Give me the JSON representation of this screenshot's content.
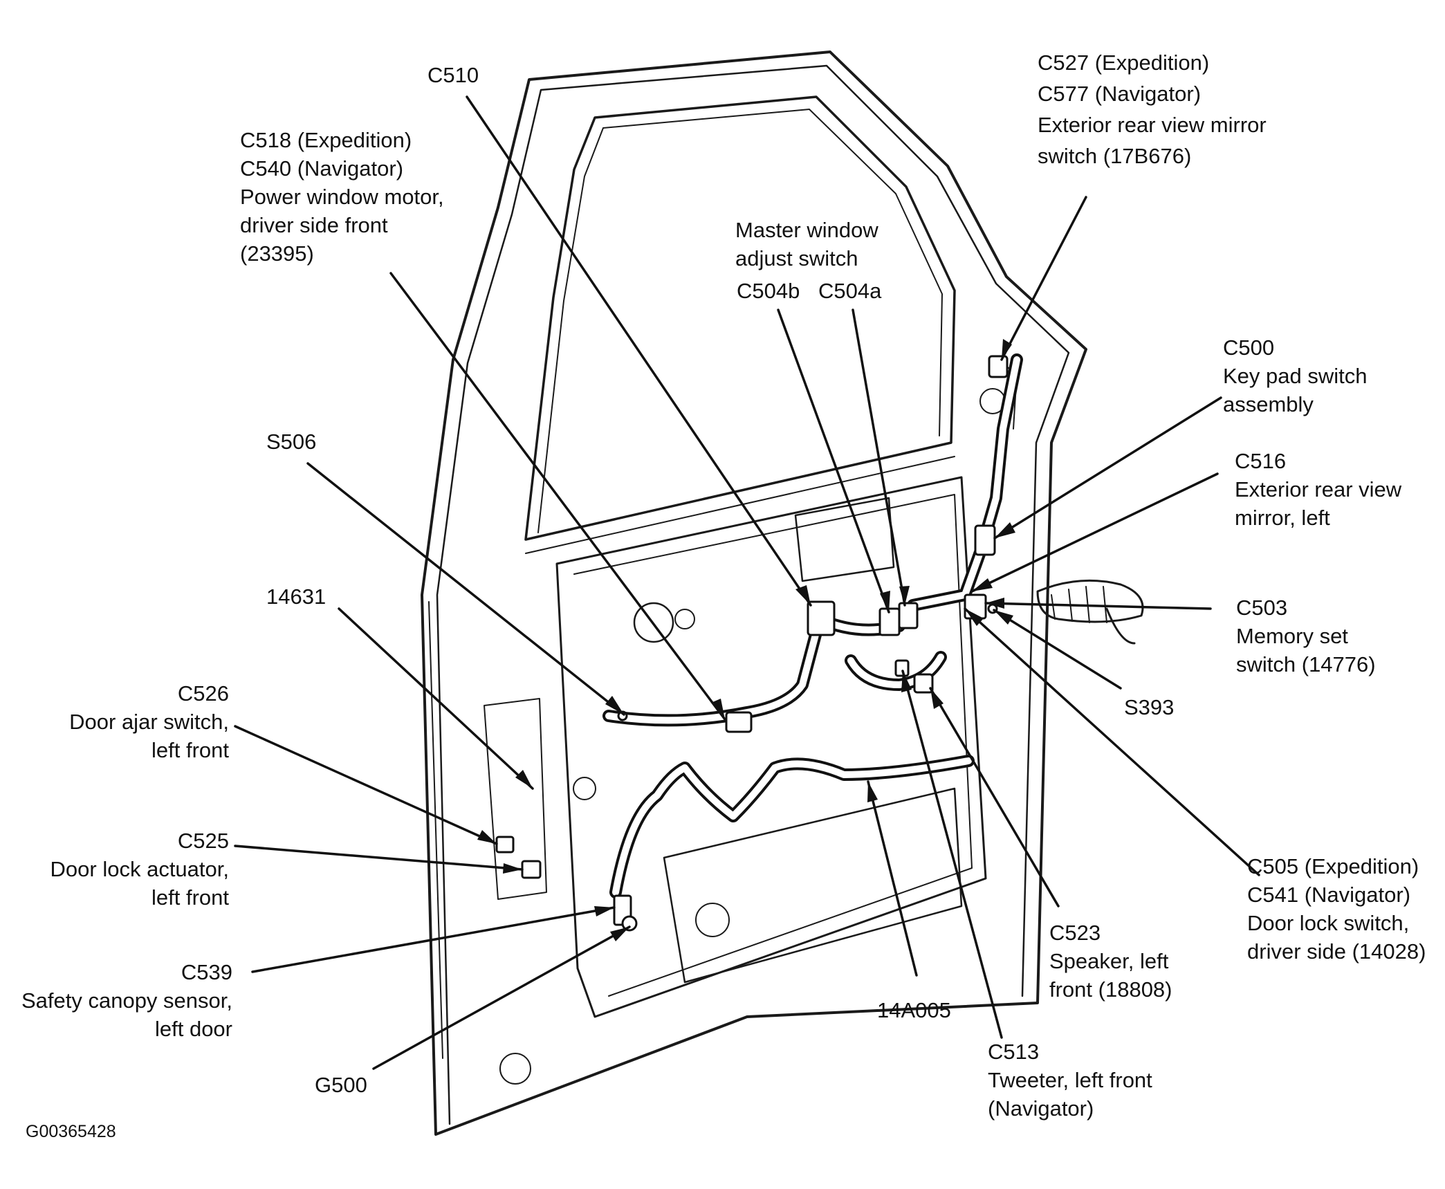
{
  "figure_id": "G00365428",
  "labels": {
    "c510": [
      "C510"
    ],
    "c518": [
      "C518 (Expedition)",
      "C540 (Navigator)",
      "Power window motor,",
      "driver side front",
      "(23395)"
    ],
    "c527": [
      "C527 (Expedition)",
      "C577 (Navigator)",
      "Exterior rear view mirror",
      "switch (17B676)"
    ],
    "master": [
      "Master window",
      "adjust switch"
    ],
    "c504b": [
      "C504b"
    ],
    "c504a": [
      "C504a"
    ],
    "c500": [
      "C500",
      "Key pad switch",
      "assembly"
    ],
    "c516": [
      "C516",
      "Exterior rear view",
      "mirror, left"
    ],
    "s506": [
      "S506"
    ],
    "n14631": [
      "14631"
    ],
    "c503": [
      "C503",
      "Memory set",
      "switch (14776)"
    ],
    "s393": [
      "S393"
    ],
    "c526": [
      "C526",
      "Door ajar switch,",
      "left front"
    ],
    "c525": [
      "C525",
      "Door lock actuator,",
      "left front"
    ],
    "c539": [
      "C539",
      "Safety canopy sensor,",
      "left door"
    ],
    "g500": [
      "G500"
    ],
    "n14a005": [
      "14A005"
    ],
    "c513": [
      "C513",
      "Tweeter, left front",
      "(Navigator)"
    ],
    "c523": [
      "C523",
      "Speaker, left",
      "front (18808)"
    ],
    "c505": [
      "C505 (Expedition)",
      "C541 (Navigator)",
      "Door lock switch,",
      "driver side (14028)"
    ]
  }
}
